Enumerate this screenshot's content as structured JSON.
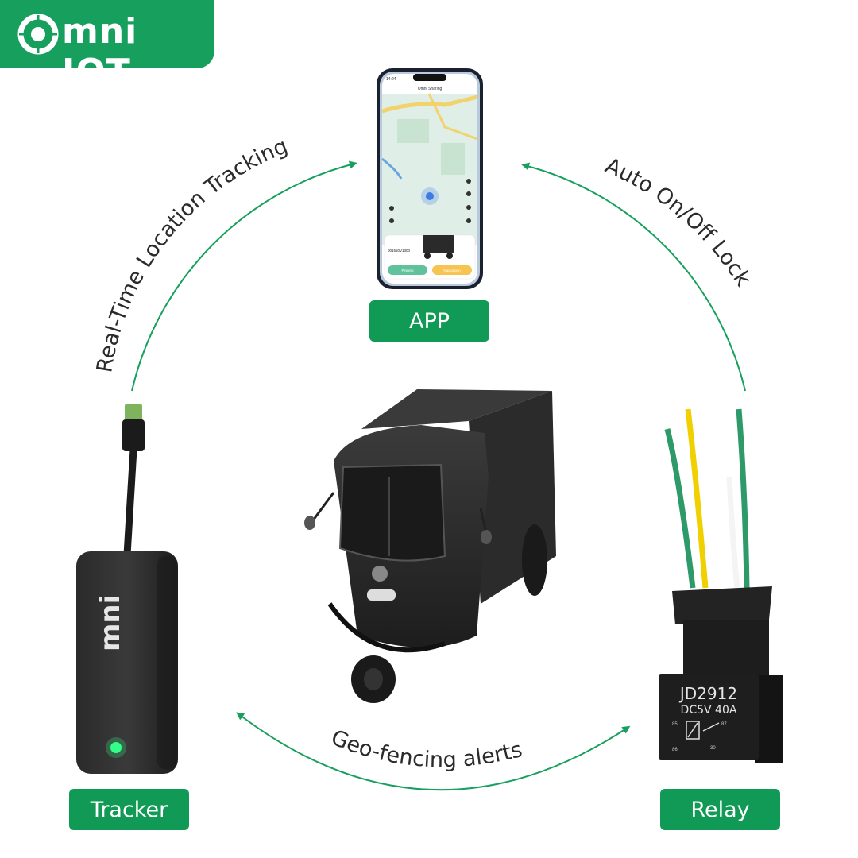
{
  "brand": {
    "logo_text": "mni IOT",
    "color": "#17a05d"
  },
  "nodes": {
    "app": "APP",
    "tracker": "Tracker",
    "relay": "Relay"
  },
  "flows": {
    "tracker_to_app": "Real-Time Location Tracking",
    "relay_to_app": "Auto On/Off Lock",
    "tracker_relay": "Geo-fencing alerts"
  },
  "phone": {
    "time": "14:24",
    "app_title": "Omni Sharing",
    "vehicle_id": "001550V1300",
    "ping_button": "Pinging",
    "navigate_button": "Navigation"
  },
  "tracker_device": {
    "brand": "mni"
  },
  "relay_device": {
    "model": "JD2912",
    "rating": "DC5V 40A",
    "pins": [
      "85",
      "86",
      "87",
      "30"
    ]
  },
  "colors": {
    "arrow": "#17a05d",
    "label_bg": "#109a55",
    "wire_green": "#2e9a6a",
    "wire_yellow": "#f0d000"
  }
}
